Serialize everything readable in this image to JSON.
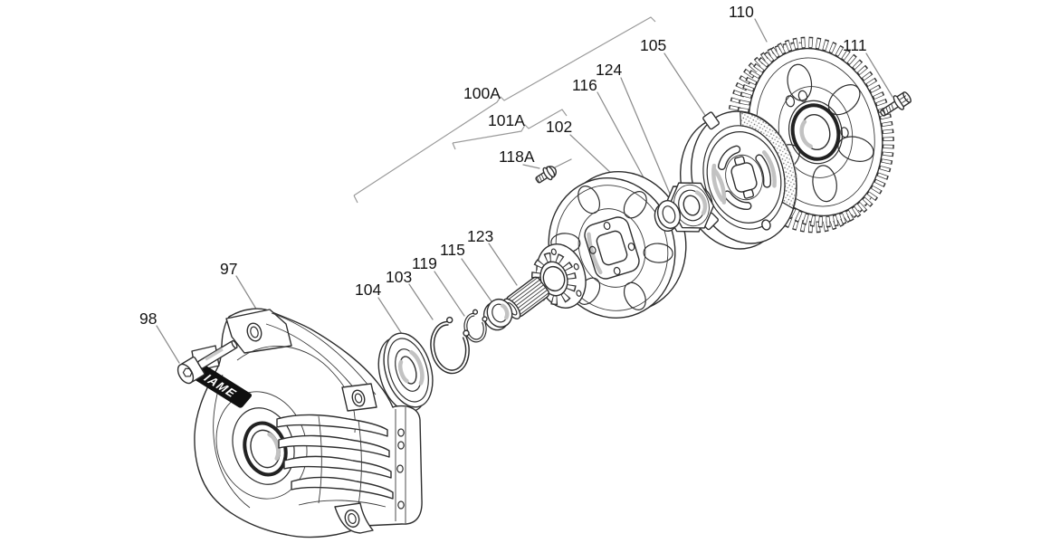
{
  "diagram": {
    "type": "exploded-parts-diagram",
    "brand_logo": "IAME",
    "labels": {
      "n97": "97",
      "n98": "98",
      "n100A": "100A",
      "n101A": "101A",
      "n102": "102",
      "n103": "103",
      "n104": "104",
      "n105": "105",
      "n110": "110",
      "n111": "111",
      "n115": "115",
      "n116": "116",
      "n118A": "118A",
      "n119": "119",
      "n123": "123",
      "n124": "124"
    }
  }
}
